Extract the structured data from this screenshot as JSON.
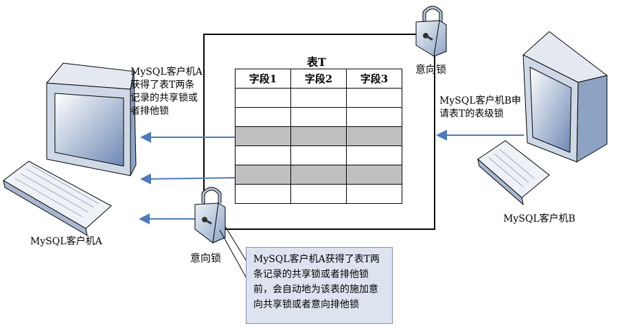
{
  "table": {
    "title": "表T",
    "columns": [
      "字段1",
      "字段2",
      "字段3"
    ],
    "rows": [
      {
        "cells": [
          "",
          "",
          ""
        ],
        "shaded": false
      },
      {
        "cells": [
          "",
          "",
          ""
        ],
        "shaded": false
      },
      {
        "cells": [
          "",
          "",
          ""
        ],
        "shaded": true
      },
      {
        "cells": [
          "",
          "",
          ""
        ],
        "shaded": false
      },
      {
        "cells": [
          "",
          "",
          ""
        ],
        "shaded": true
      },
      {
        "cells": [
          "",
          "",
          ""
        ],
        "shaded": false
      }
    ]
  },
  "labels": {
    "intent_lock_top": "意向锁",
    "intent_lock_bottom": "意向锁",
    "client_a_name": "MySQL客户机A",
    "client_b_name": "MySQL客户机B",
    "client_a_desc": [
      "MySQL客户机A",
      "获得了表T两条",
      "记录的共享锁或",
      "者排他锁"
    ],
    "client_b_desc": [
      "MySQL客户机B申",
      "请表T的表级锁"
    ]
  },
  "callout": {
    "lines": [
      "MySQL客户机A获得了表T两",
      "条记录的共享锁或者排他锁",
      "前，会自动地为该表的施加意",
      "向共享锁或者意向排他锁"
    ]
  },
  "colors": {
    "arrow": "#4f79b8",
    "shaded_row": "#c0c0c0",
    "callout_bg": "#dde3ef",
    "lock_body": "#b7c6dc",
    "monitor_body": "#cfd8e6"
  }
}
